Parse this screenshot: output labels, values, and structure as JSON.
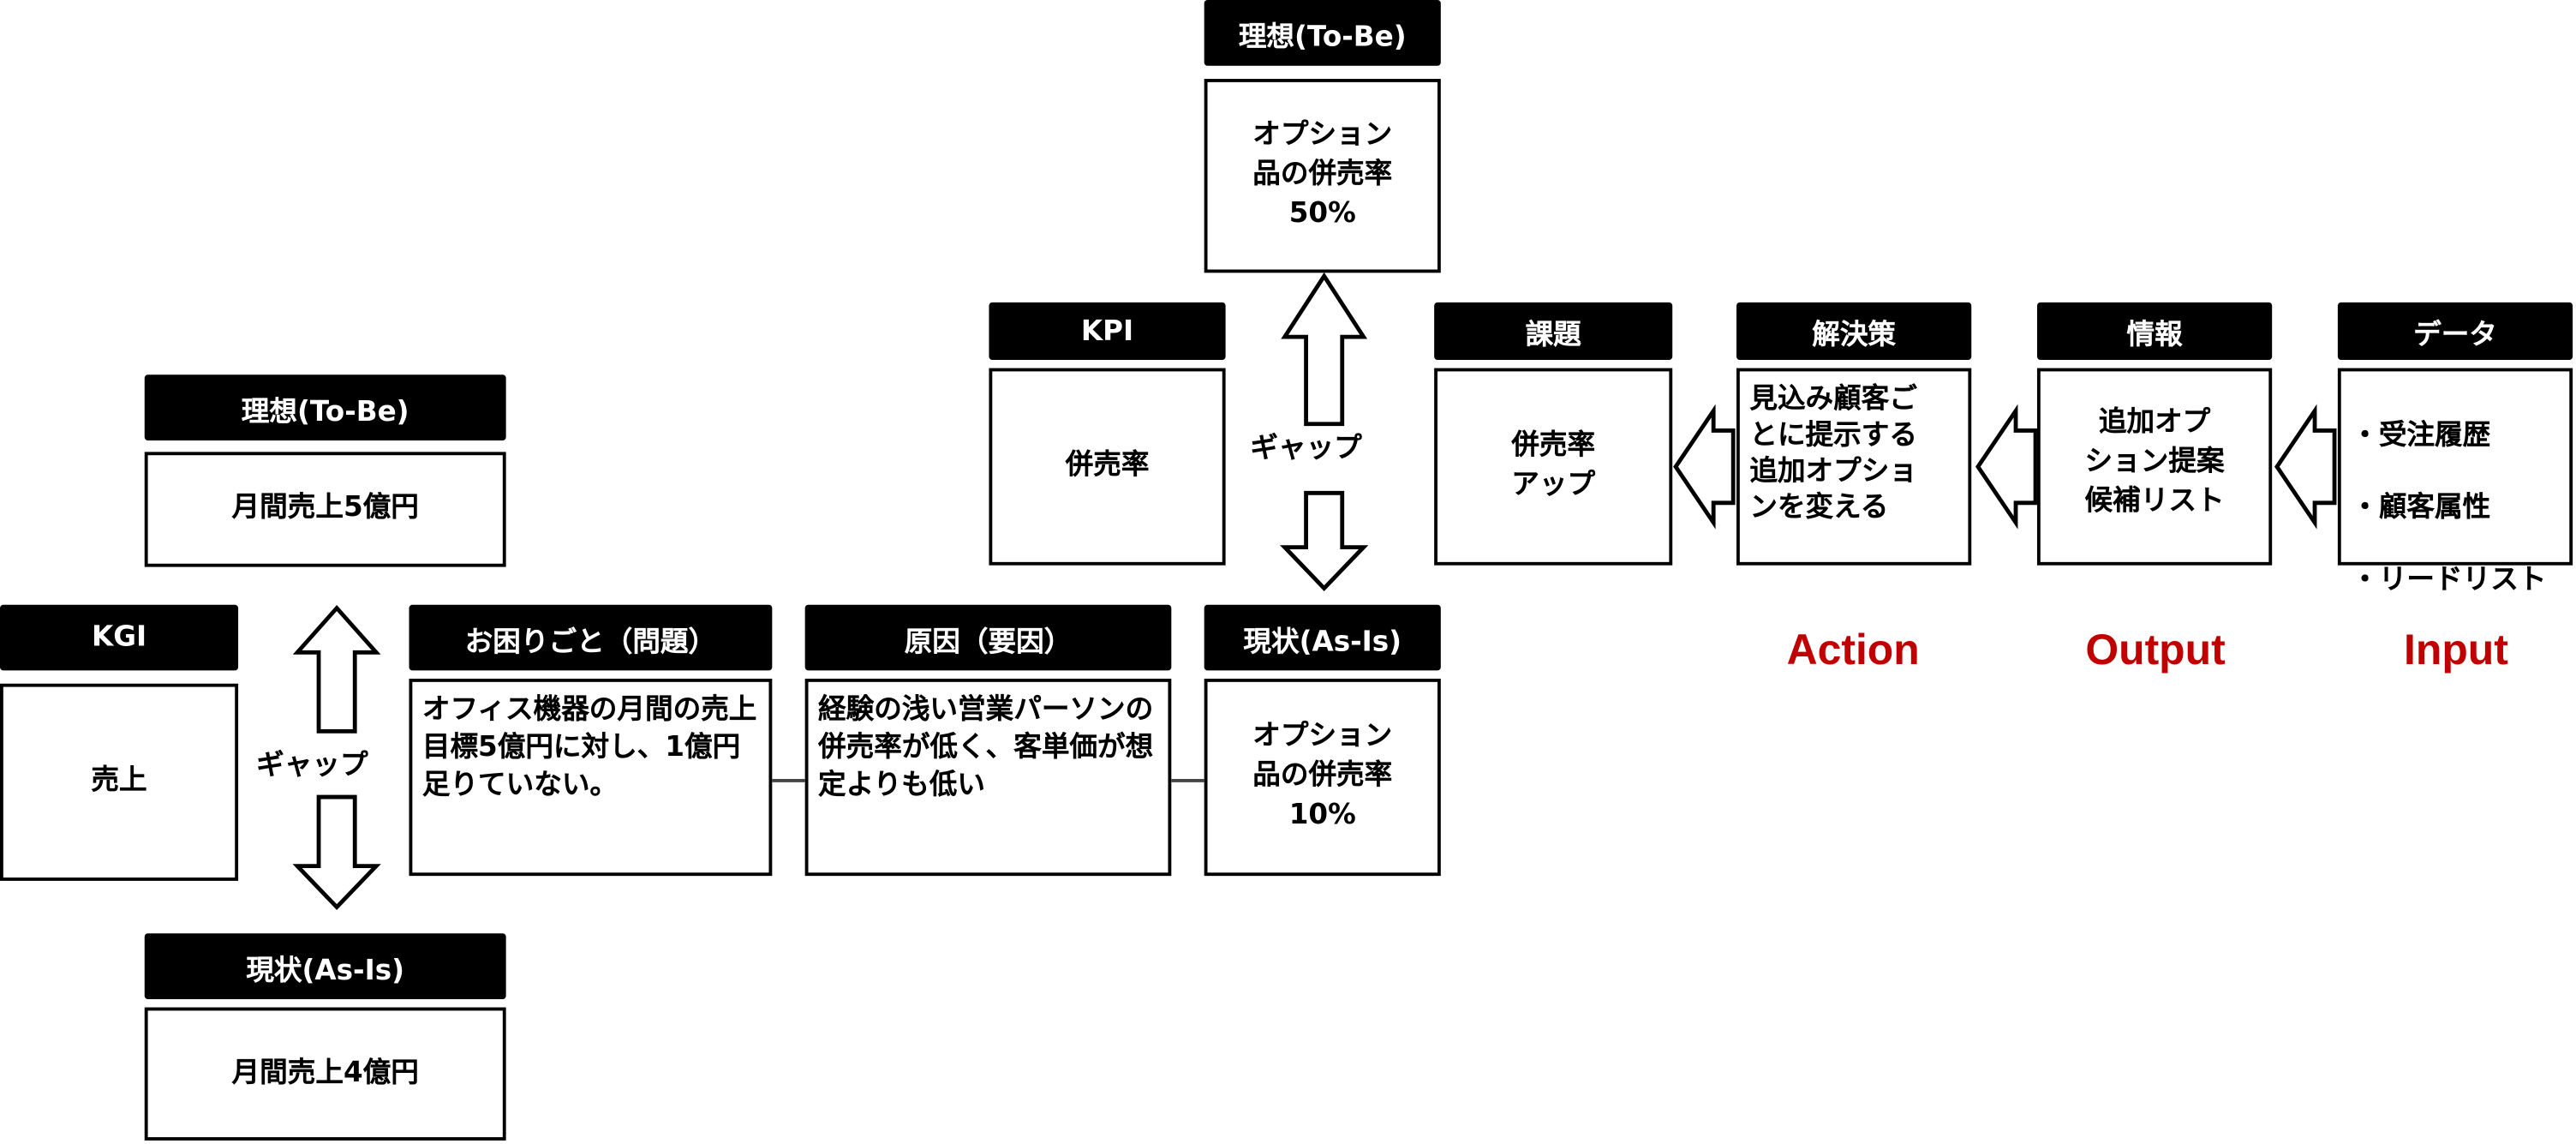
{
  "kpi_tree": {
    "tobe_kpi": {
      "header": "理想(To-Be)",
      "text": "オプション\n品の併売率\n50%"
    },
    "kpi": {
      "header": "KPI",
      "text": "併売率"
    },
    "gap_top": "ギャップ",
    "kadai": {
      "header": "課題",
      "text": "併売率\nアップ"
    },
    "solution": {
      "header": "解決策",
      "text": "見込み顧客ご\nとに提示する\n追加オプショ\nンを変える"
    },
    "info": {
      "header": "情報",
      "text": "追加オプ\nション提案\n候補リスト"
    },
    "data": {
      "header": "データ",
      "items": [
        "受注履歴",
        "顧客属性",
        "リードリスト"
      ]
    },
    "labels": {
      "action": "Action",
      "output": "Output",
      "input": "Input"
    },
    "tobe_kgi": {
      "header": "理想(To-Be)",
      "text": "月間売上5億円"
    },
    "kgi": {
      "header": "KGI",
      "text": "売上"
    },
    "gap_left": "ギャップ",
    "problem": {
      "header": "お困りごと（問題）",
      "text": "オフィス機器の月間の売上目標5億円に対し、1億円足りていない。"
    },
    "cause": {
      "header": "原因（要因）",
      "text": "経験の浅い営業パーソンの併売率が低く、客単価が想定よりも低い"
    },
    "asis_kpi": {
      "header": "現状(As-Is)",
      "text": "オプション\n品の併売率\n10%"
    },
    "asis_kgi": {
      "header": "現状(As-Is)",
      "text": "月間売上4億円"
    }
  },
  "colors": {
    "accent_red": "#c00000",
    "header_bg": "#000000"
  }
}
